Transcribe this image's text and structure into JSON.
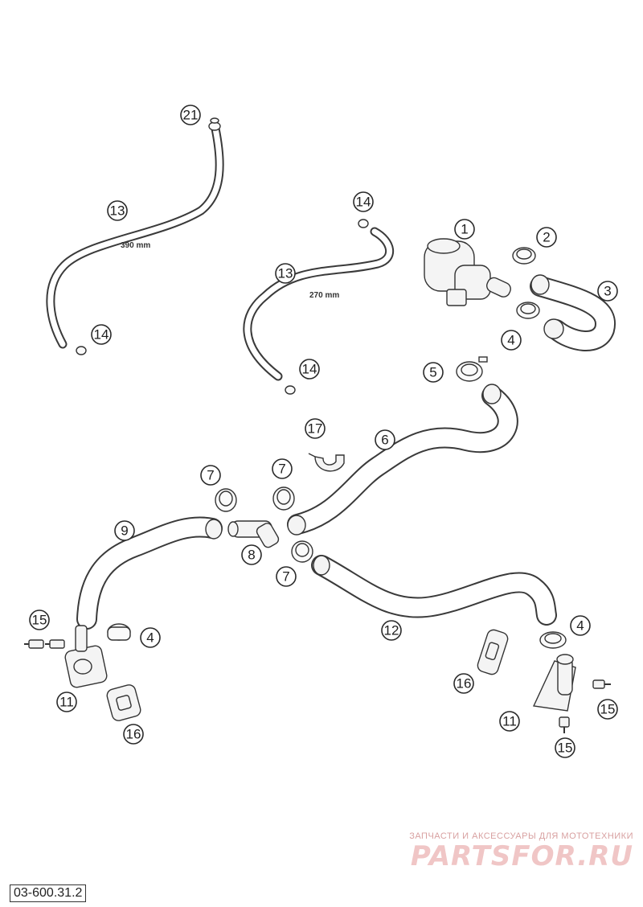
{
  "diagram": {
    "callouts": [
      "21",
      "13",
      "14",
      "14",
      "13",
      "14",
      "1",
      "2",
      "3",
      "4",
      "5",
      "17",
      "6",
      "7",
      "7",
      "9",
      "8",
      "7",
      "15",
      "4",
      "12",
      "4",
      "16",
      "11",
      "16",
      "11",
      "15",
      "15"
    ],
    "dimensions": [
      "390 mm",
      "270 mm"
    ]
  },
  "footer": {
    "code": "03-600.31.2"
  },
  "watermark": {
    "subtitle": "ЗАПЧАСТИ И АКСЕССУАРЫ ДЛЯ МОТОТЕХНИКИ",
    "logo": "PARTSFOR.RU"
  }
}
